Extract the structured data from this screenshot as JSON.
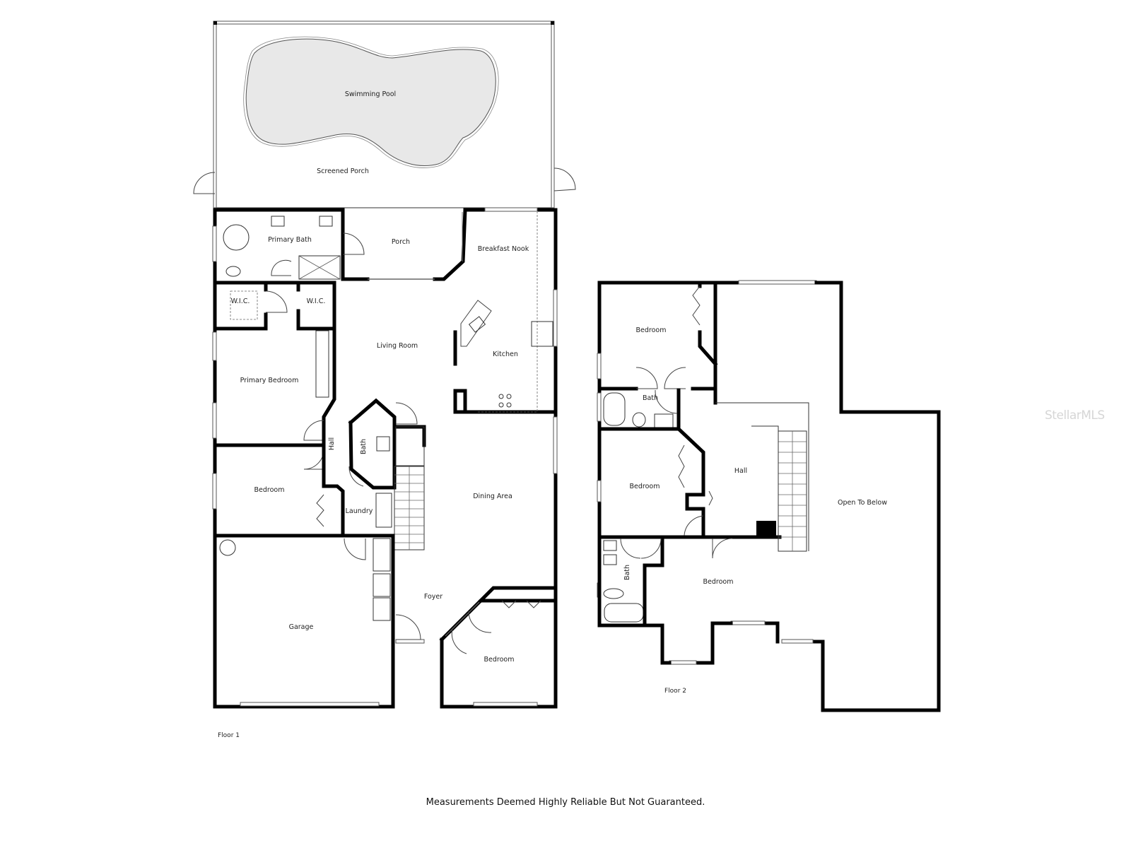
{
  "plan": {
    "floor1": {
      "label": "Floor 1",
      "rooms": {
        "swimming_pool": "Swimming Pool",
        "screened_porch": "Screened Porch",
        "primary_bath": "Primary Bath",
        "porch": "Porch",
        "breakfast_nook": "Breakfast Nook",
        "wic_1": "W.I.C.",
        "wic_2": "W.I.C.",
        "living_room": "Living Room",
        "kitchen": "Kitchen",
        "primary_bedroom": "Primary Bedroom",
        "hall": "Hall",
        "bath": "Bath",
        "bedroom_1": "Bedroom",
        "laundry": "Laundry",
        "dining_area": "Dining Area",
        "foyer": "Foyer",
        "garage": "Garage",
        "bedroom_2": "Bedroom"
      }
    },
    "floor2": {
      "label": "Floor 2",
      "rooms": {
        "bedroom_1": "Bedroom",
        "bath_1": "Bath",
        "bedroom_2": "Bedroom",
        "hall": "Hall",
        "bath_2": "Bath",
        "bedroom_3": "Bedroom",
        "open_to_below": "Open To Below"
      }
    }
  },
  "watermark": "StellarMLS",
  "disclaimer": "Measurements Deemed Highly Reliable But Not Guaranteed."
}
